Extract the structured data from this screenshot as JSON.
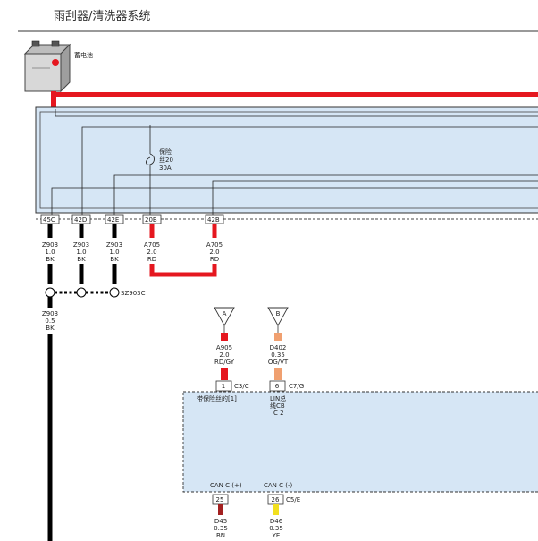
{
  "title": "雨刮器/清洗器系统",
  "battery_label": "蓄电池",
  "fuse": {
    "line1": "保险",
    "line2": "丝20",
    "line3": "30A"
  },
  "pins_top": [
    "45C",
    "42D",
    "42E",
    "20B",
    "42B"
  ],
  "wires_top": [
    {
      "code": "Z903",
      "gauge": "1.0",
      "color": "BK"
    },
    {
      "code": "Z903",
      "gauge": "1.0",
      "color": "BK"
    },
    {
      "code": "Z903",
      "gauge": "1.0",
      "color": "BK"
    },
    {
      "code": "A705",
      "gauge": "2.0",
      "color": "RD"
    },
    {
      "code": "A705",
      "gauge": "2.0",
      "color": "RD"
    }
  ],
  "splice_label": "SZ903C",
  "ground_wire": {
    "code": "Z903",
    "gauge": "0.5",
    "color": "BK"
  },
  "connectors": [
    {
      "letter": "A",
      "code": "A905",
      "gauge": "2.0",
      "color": "RD/GY",
      "pin": "1",
      "pin_ref": "C3/C"
    },
    {
      "letter": "B",
      "code": "D402",
      "gauge": "0.35",
      "color": "OG/VT",
      "pin": "6",
      "pin_ref": "C7/G"
    }
  ],
  "module": {
    "note": "带保险丝的[1]",
    "lin1": "LIN总",
    "lin2": "线CB",
    "lin3": "C 2",
    "can_high": "CAN C (+)",
    "can_low": "CAN C (-)"
  },
  "bottom_pins": [
    {
      "pin": "25",
      "code": "D45",
      "gauge": "0.35",
      "color": "BN"
    },
    {
      "pin": "26",
      "pin_ref": "C5/E",
      "code": "D46",
      "gauge": "0.35",
      "color": "YE"
    }
  ],
  "colors": {
    "red": "#e5171f",
    "black": "#000000",
    "panel": "#d6e6f5",
    "orange": "#f0a070",
    "brown": "#a32020",
    "yellow": "#f2e020"
  }
}
